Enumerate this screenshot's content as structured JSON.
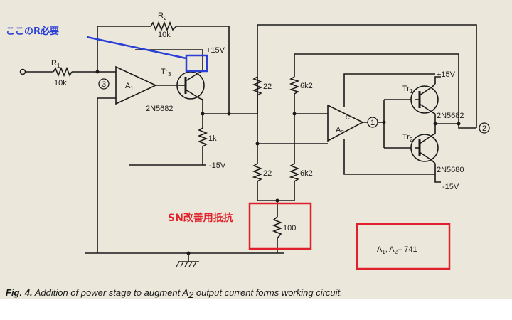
{
  "annotations": {
    "r_needed": "ここのR必要",
    "sn_resistor": "SN改善用抵抗"
  },
  "components": {
    "r1_name": "R",
    "r1_sub": "1",
    "r1_value": "10k",
    "r2_name": "R",
    "r2_sub": "2",
    "r2_value": "10k",
    "a1_name": "A",
    "a1_sub": "1",
    "a2_name": "A",
    "a2_sub": "2",
    "tr3_name": "Tr",
    "tr3_sub": "3",
    "tr3_part": "2N5682",
    "tr1_name": "Tr",
    "tr1_sub": "1",
    "tr1_part": "2N5682",
    "tr2_name": "Tr",
    "tr2_sub": "2",
    "tr2_part": "2N5680",
    "r_1k": "1k",
    "r_22_top": "22",
    "r_22_bot": "22",
    "r_6k2_top": "6k2",
    "r_6k2_bot": "6k2",
    "r_100": "100",
    "node3": "3",
    "node1": "1",
    "node2": "2",
    "plus15_tr3": "+15V",
    "minus15_1k": "-15V",
    "plus15_tr1": "+15V",
    "minus15_tr2": "-15V",
    "opamp_note_a": "A",
    "opamp_note_a1_sub": "1",
    "opamp_note_sep": ", A",
    "opamp_note_a2_sub": "2",
    "opamp_note_part": "– 741",
    "c_mark": "C"
  },
  "caption": {
    "fig": "Fig. 4.",
    "text1": " Addition of power stage to augment ",
    "a": "A",
    "a_sub": "2",
    "text2": " output current forms working circuit."
  },
  "colors": {
    "photo_bg": "#ebe7da",
    "wire": "#1a1a1a",
    "annotation_blue": "#2a3fd6",
    "annotation_red": "#e0202a"
  }
}
